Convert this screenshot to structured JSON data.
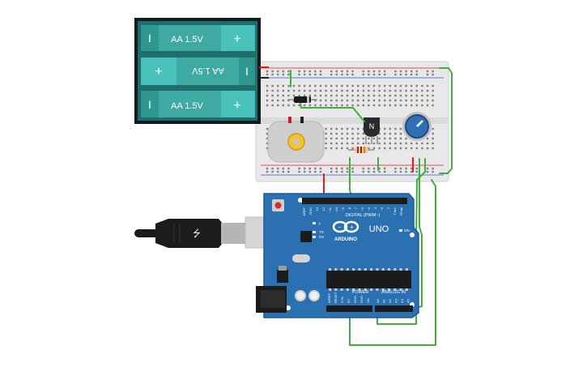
{
  "battery_pack": {
    "cells": [
      {
        "label": "AA 1.5V",
        "left_symbol": "I",
        "right_symbol": "+",
        "flipped": false
      },
      {
        "label": "AA 1.5V",
        "left_symbol": "+",
        "right_symbol": "I",
        "flipped": true
      },
      {
        "label": "AA 1.5V",
        "left_symbol": "I",
        "right_symbol": "+",
        "flipped": false
      }
    ]
  },
  "transistor": {
    "label": "N"
  },
  "arduino": {
    "brand": "ARDUINO",
    "model": "UNO",
    "digital_header": "DIGITAL (PWM~)",
    "power_header": "POWER",
    "analog_header": "ANALOG IN",
    "digital_pins": [
      "AREF",
      "GND",
      "13",
      "12",
      "~11",
      "~10",
      "~9",
      "8",
      "7",
      "~6",
      "~5",
      "4",
      "~3",
      "2",
      "TX▸1",
      "RX◂0"
    ],
    "power_pins": [
      "IOREF",
      "RESET",
      "3.3V",
      "5V",
      "GND",
      "GND",
      "Vin"
    ],
    "analog_pins": [
      "A0",
      "A1",
      "A2",
      "A3",
      "A4",
      "A5"
    ],
    "led_labels": [
      "TX",
      "RX",
      "ON",
      "L"
    ]
  },
  "colors": {
    "battery_body": "#1f6e6b",
    "battery_cell": "#3fa9a4",
    "battery_terminal": "#48c2bb",
    "arduino_board": "#2b70b0",
    "wire_green": "#3fae3f",
    "wire_red": "#e11b1b",
    "pot_knob": "#2f6fb4"
  }
}
